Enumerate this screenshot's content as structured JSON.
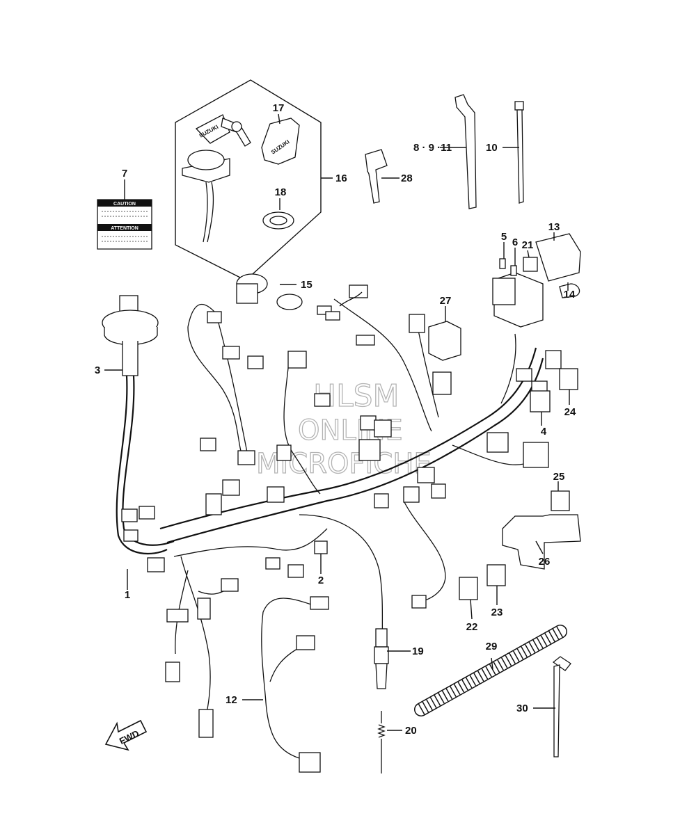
{
  "callouts": [
    {
      "id": "c1",
      "text": "1"
    },
    {
      "id": "c2",
      "text": "2"
    },
    {
      "id": "c3",
      "text": "3"
    },
    {
      "id": "c4",
      "text": "4"
    },
    {
      "id": "c5",
      "text": "5"
    },
    {
      "id": "c6",
      "text": "6"
    },
    {
      "id": "c7",
      "text": "7"
    },
    {
      "id": "c8911",
      "text": "8 · 9 ·11"
    },
    {
      "id": "c10",
      "text": "10"
    },
    {
      "id": "c12",
      "text": "12"
    },
    {
      "id": "c13",
      "text": "13"
    },
    {
      "id": "c14",
      "text": "14"
    },
    {
      "id": "c15",
      "text": "15"
    },
    {
      "id": "c16",
      "text": "16"
    },
    {
      "id": "c17",
      "text": "17"
    },
    {
      "id": "c18",
      "text": "18"
    },
    {
      "id": "c19",
      "text": "19"
    },
    {
      "id": "c20",
      "text": "20"
    },
    {
      "id": "c21",
      "text": "21"
    },
    {
      "id": "c22",
      "text": "22"
    },
    {
      "id": "c23",
      "text": "23"
    },
    {
      "id": "c24",
      "text": "24"
    },
    {
      "id": "c25",
      "text": "25"
    },
    {
      "id": "c26",
      "text": "26"
    },
    {
      "id": "c27",
      "text": "27"
    },
    {
      "id": "c28",
      "text": "28"
    },
    {
      "id": "c29",
      "text": "29"
    },
    {
      "id": "c30",
      "text": "30"
    }
  ],
  "label_card": {
    "caution": "CAUTION",
    "attention": "ATTENTION"
  },
  "key_brand": "SUZUKI",
  "fwd_arrow": "FWD",
  "watermark": {
    "line1": "HLSM",
    "line2": "ONLINE",
    "line3": "MICROFICHE"
  }
}
